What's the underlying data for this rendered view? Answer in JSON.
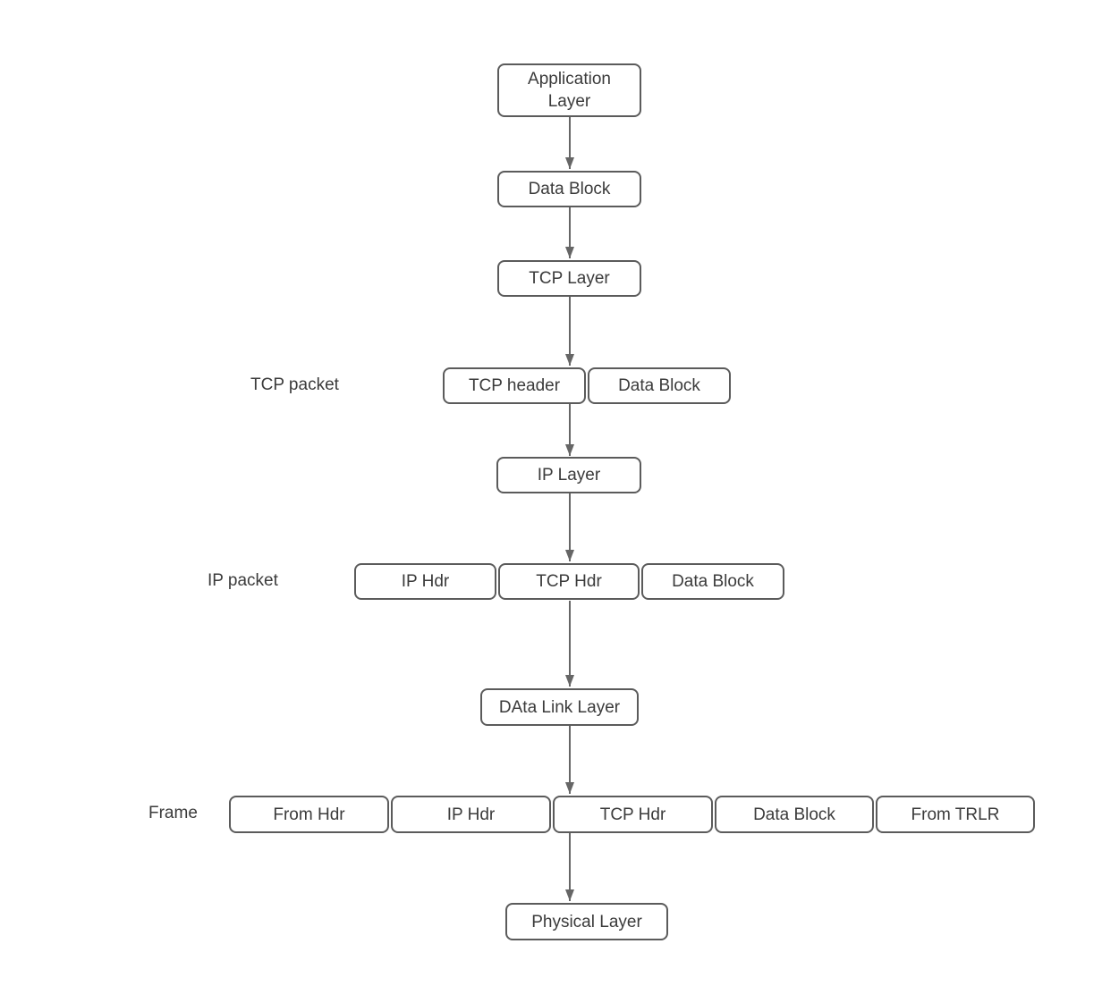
{
  "diagram": {
    "type": "flowchart",
    "subject": "TCP/IP data encapsulation through protocol layers",
    "nodes": {
      "application_layer": "Application Layer",
      "data_block_top": "Data Block",
      "tcp_layer": "TCP Layer",
      "tcp_packet_tcp_header": "TCP header",
      "tcp_packet_data_block": "Data Block",
      "ip_layer": "IP Layer",
      "ip_packet_ip_hdr": "IP Hdr",
      "ip_packet_tcp_hdr": "TCP Hdr",
      "ip_packet_data_block": "Data Block",
      "data_link_layer": "DAta Link Layer",
      "frame_from_hdr": "From Hdr",
      "frame_ip_hdr": "IP Hdr",
      "frame_tcp_hdr": "TCP Hdr",
      "frame_data_block": "Data Block",
      "frame_from_trlr": "From TRLR",
      "physical_layer": "Physical Layer"
    },
    "row_labels": {
      "tcp_packet": "TCP packet",
      "ip_packet": "IP packet",
      "frame": "Frame"
    },
    "edges": [
      "Application Layer -> Data Block",
      "Data Block -> TCP Layer",
      "TCP Layer -> TCP packet row (TCP header | Data Block)",
      "TCP packet row -> IP Layer",
      "IP Layer -> IP packet row (IP Hdr | TCP Hdr | Data Block)",
      "IP packet row -> DAta Link Layer",
      "DAta Link Layer -> Frame row (From Hdr | IP Hdr | TCP Hdr | Data Block | From TRLR)",
      "Frame row -> Physical Layer"
    ],
    "colors": {
      "background": "#ffffff",
      "box_border": "#5b5b5b",
      "box_fill": "#ffffff",
      "text": "#3b3b3b",
      "arrow": "#666666"
    }
  }
}
